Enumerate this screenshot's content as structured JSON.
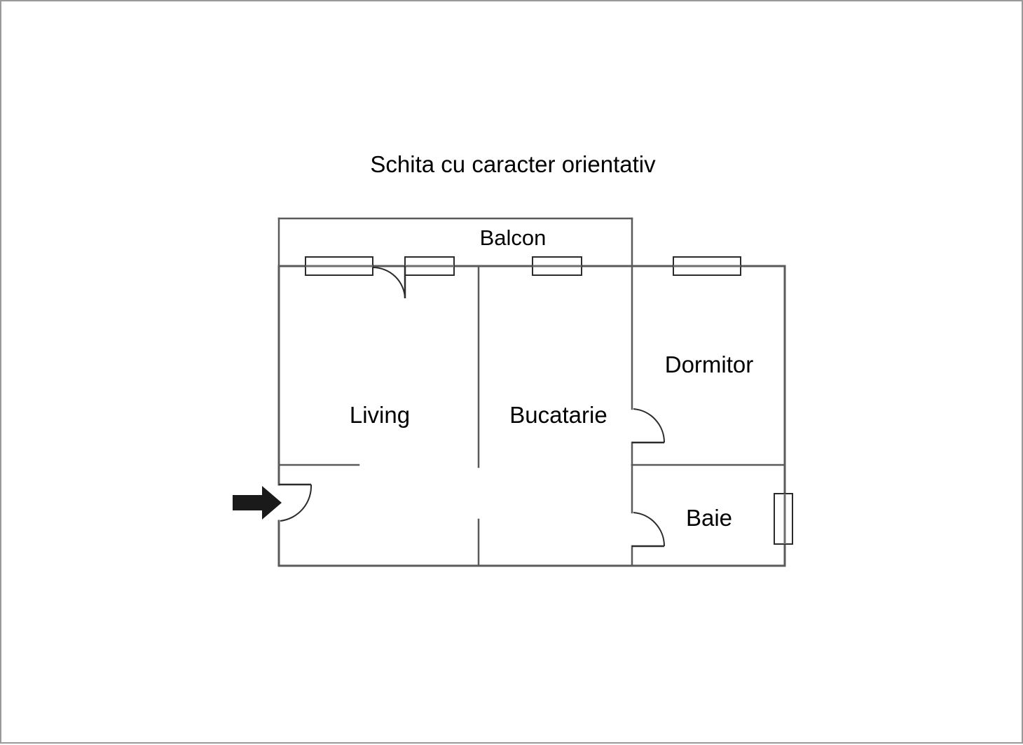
{
  "document": {
    "title": "Schita cu caracter orientativ",
    "type": "floor-plan-sketch",
    "language": "ro"
  },
  "colors": {
    "wall": "#5a5a5a",
    "window_frame": "#2b2b2b",
    "window_bar": "#6e6e6e",
    "door": "#2b2b2b",
    "arrow": "#1a1a1a",
    "background": "#ffffff",
    "page_border": "#9a9a9a"
  },
  "rooms": [
    {
      "id": "balcon",
      "label": "Balcon"
    },
    {
      "id": "living",
      "label": "Living"
    },
    {
      "id": "bucatarie",
      "label": "Bucatarie"
    },
    {
      "id": "dormitor",
      "label": "Dormitor"
    },
    {
      "id": "baie",
      "label": "Baie"
    }
  ],
  "features": {
    "entry_arrow": "entrance-arrow-icon",
    "windows": [
      {
        "id": "window-living-left",
        "orientation": "horizontal"
      },
      {
        "id": "window-balcony-door",
        "orientation": "horizontal"
      },
      {
        "id": "window-bucatarie",
        "orientation": "horizontal"
      },
      {
        "id": "window-dormitor",
        "orientation": "horizontal"
      },
      {
        "id": "window-baie",
        "orientation": "vertical"
      }
    ],
    "doors": [
      {
        "id": "door-entrance",
        "swing": "inward"
      },
      {
        "id": "door-balcony",
        "swing": "inward"
      },
      {
        "id": "door-dormitor",
        "swing": "inward"
      },
      {
        "id": "door-baie",
        "swing": "inward"
      }
    ]
  }
}
